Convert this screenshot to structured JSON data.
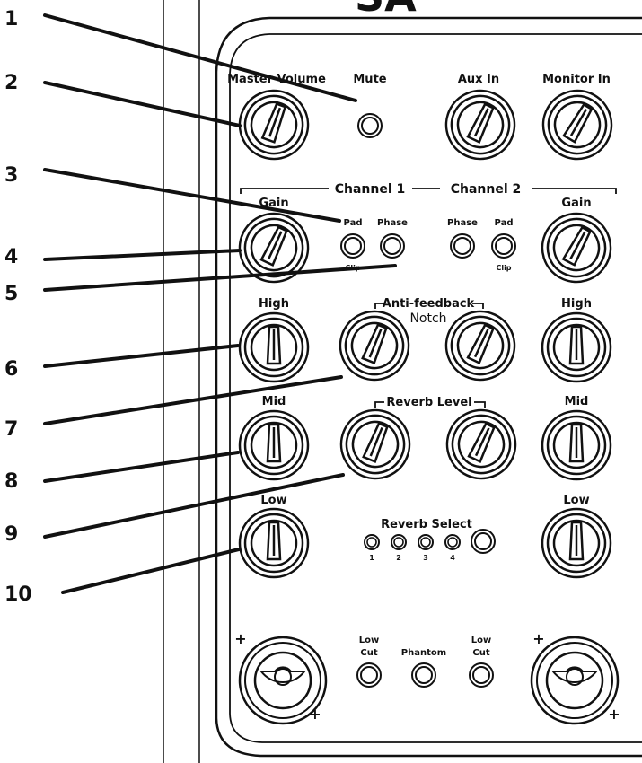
{
  "logo_text": "SA",
  "callouts": [
    "1",
    "2",
    "3",
    "4",
    "5",
    "6",
    "7",
    "8",
    "9",
    "10"
  ],
  "top_labels": {
    "master_volume": "Master Volume",
    "mute": "Mute",
    "aux_in": "Aux In",
    "monitor_in": "Monitor In"
  },
  "channels": {
    "ch1_title": "Channel 1",
    "ch2_title": "Channel 2"
  },
  "controls": {
    "gain": "Gain",
    "pad": "Pad",
    "phase": "Phase",
    "clip": "Clip",
    "high": "High",
    "mid": "Mid",
    "low": "Low"
  },
  "center": {
    "anti_feedback": "Anti-feedback",
    "notch": "Notch",
    "reverb_level": "Reverb Level",
    "reverb_select": "Reverb Select",
    "reverb_numbers": [
      "1",
      "2",
      "3",
      "4"
    ]
  },
  "bottom": {
    "low_cut_1a": "Low",
    "low_cut_1b": "Cut",
    "phantom": "Phantom",
    "low_cut_2a": "Low",
    "low_cut_2b": "Cut",
    "plus": "+"
  }
}
